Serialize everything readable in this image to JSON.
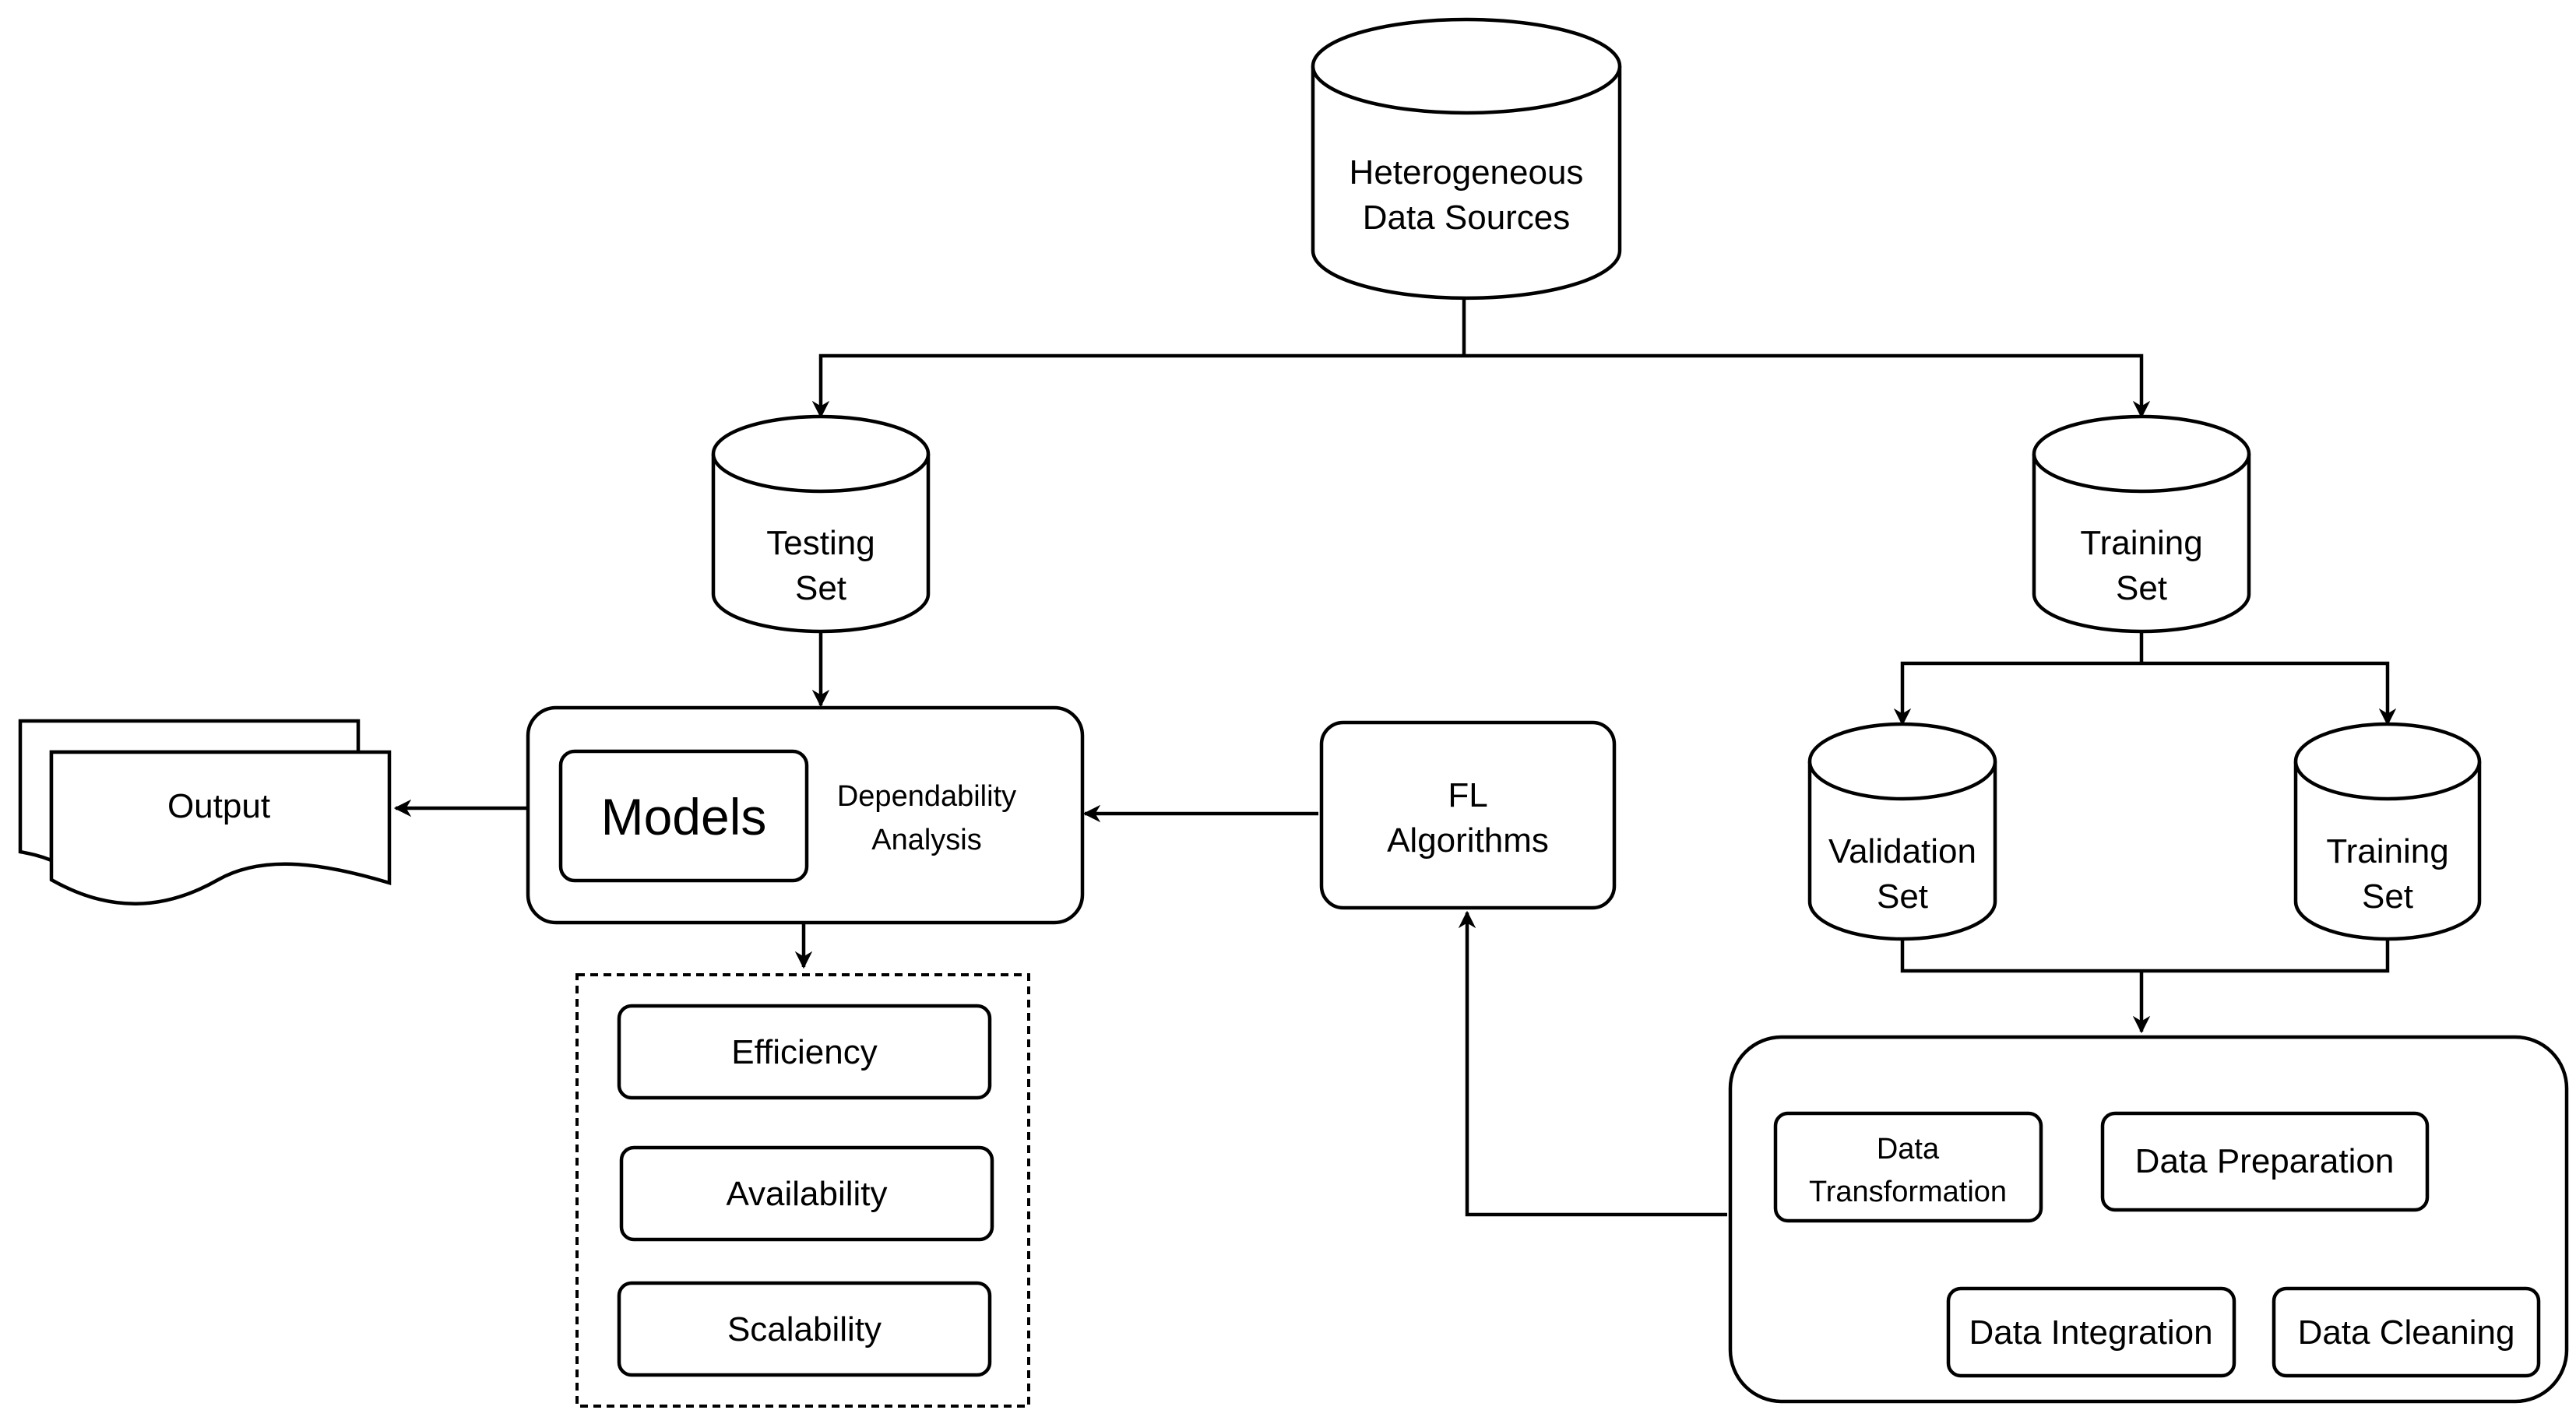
{
  "sources": {
    "line1": "Heterogeneous",
    "line2": "Data Sources"
  },
  "testing_set": {
    "line1": "Testing",
    "line2": "Set"
  },
  "training_set_top": {
    "line1": "Training",
    "line2": "Set"
  },
  "validation_set": {
    "line1": "Validation",
    "line2": "Set"
  },
  "training_set_split": {
    "line1": "Training",
    "line2": "Set"
  },
  "output": {
    "label": "Output"
  },
  "models_block": {
    "models": "Models",
    "analysis_line1": "Dependability",
    "analysis_line2": "Analysis"
  },
  "fl_algorithms": {
    "line1": "FL",
    "line2": "Algorithms"
  },
  "metrics": {
    "efficiency": "Efficiency",
    "availability": "Availability",
    "scalability": "Scalability"
  },
  "preprocessing": {
    "transformation_line1": "Data",
    "transformation_line2": "Transformation",
    "preparation": "Data Preparation",
    "integration": "Data Integration",
    "cleaning": "Data Cleaning"
  }
}
